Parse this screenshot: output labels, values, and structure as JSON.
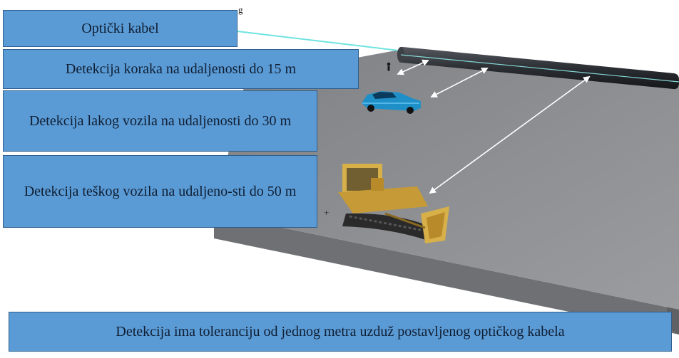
{
  "labels": {
    "cable": "Optički kabel",
    "steps": "Detekcija koraka na udaljenosti do 15 m",
    "light_vehicle": "Detekcija lakog vozila na udaljenosti do 30 m",
    "heavy_vehicle": "Detekcija teškog vozila na udaljeno-sti do 50 m",
    "note": "Detekcija ima toleranciju od jednog metra uzduž postavljenog optičkog kabela"
  },
  "stray_marks": {
    "top": "g",
    "plus": "+"
  },
  "colors": {
    "label_box": "#5b9bd5",
    "ground": "#8a8c8f",
    "cable_glow": "#6fe3e0",
    "pipe": "#2b2e33",
    "car": "#1f8fc8",
    "bulldozer": "#d8b04a"
  },
  "icons": [
    "fiber-cable-icon",
    "pedestrian-icon",
    "car-icon",
    "bulldozer-icon",
    "distance-arrow-icon"
  ]
}
